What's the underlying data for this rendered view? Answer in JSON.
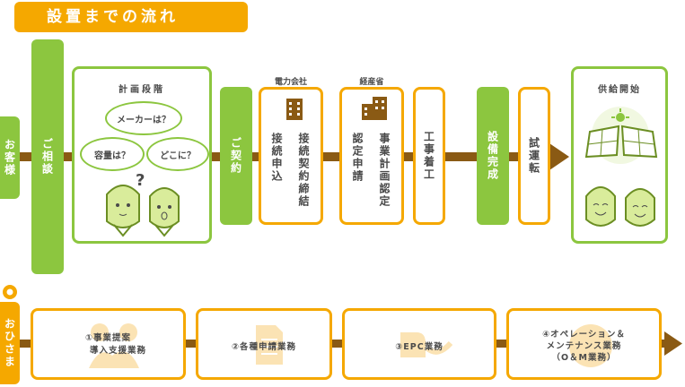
{
  "title": "設置までの流れ",
  "customer_label": "お客様",
  "ohisama_label": "おひさま",
  "steps": {
    "consult": "ご相談",
    "planning": "計画段階",
    "bubble_maker": "メーカーは？",
    "bubble_capacity": "容量は？",
    "bubble_where": "どこに？",
    "contract": "ご契約",
    "power_company_header": "電力会社",
    "power_col1": "接続申込",
    "power_col2": "接続契約締結",
    "meti_header": "経産省",
    "meti_col1": "認定申請",
    "meti_col2": "事業計画認定",
    "construction_start": "工事着工",
    "completion": "設備完成",
    "trial_run": "試運転",
    "supply_start": "供給開始"
  },
  "services": [
    {
      "line1": "①事業提案",
      "line2": "導入支援業務"
    },
    {
      "line1": "②各種申請業務"
    },
    {
      "line1": "③EPC業務"
    },
    {
      "line1": "④オペレーション＆",
      "line2": "メンテナンス業務",
      "line3": "（O＆M業務）"
    }
  ],
  "colors": {
    "green": "#8cc63f",
    "orange": "#f5a800",
    "brown": "#8a5a14"
  }
}
